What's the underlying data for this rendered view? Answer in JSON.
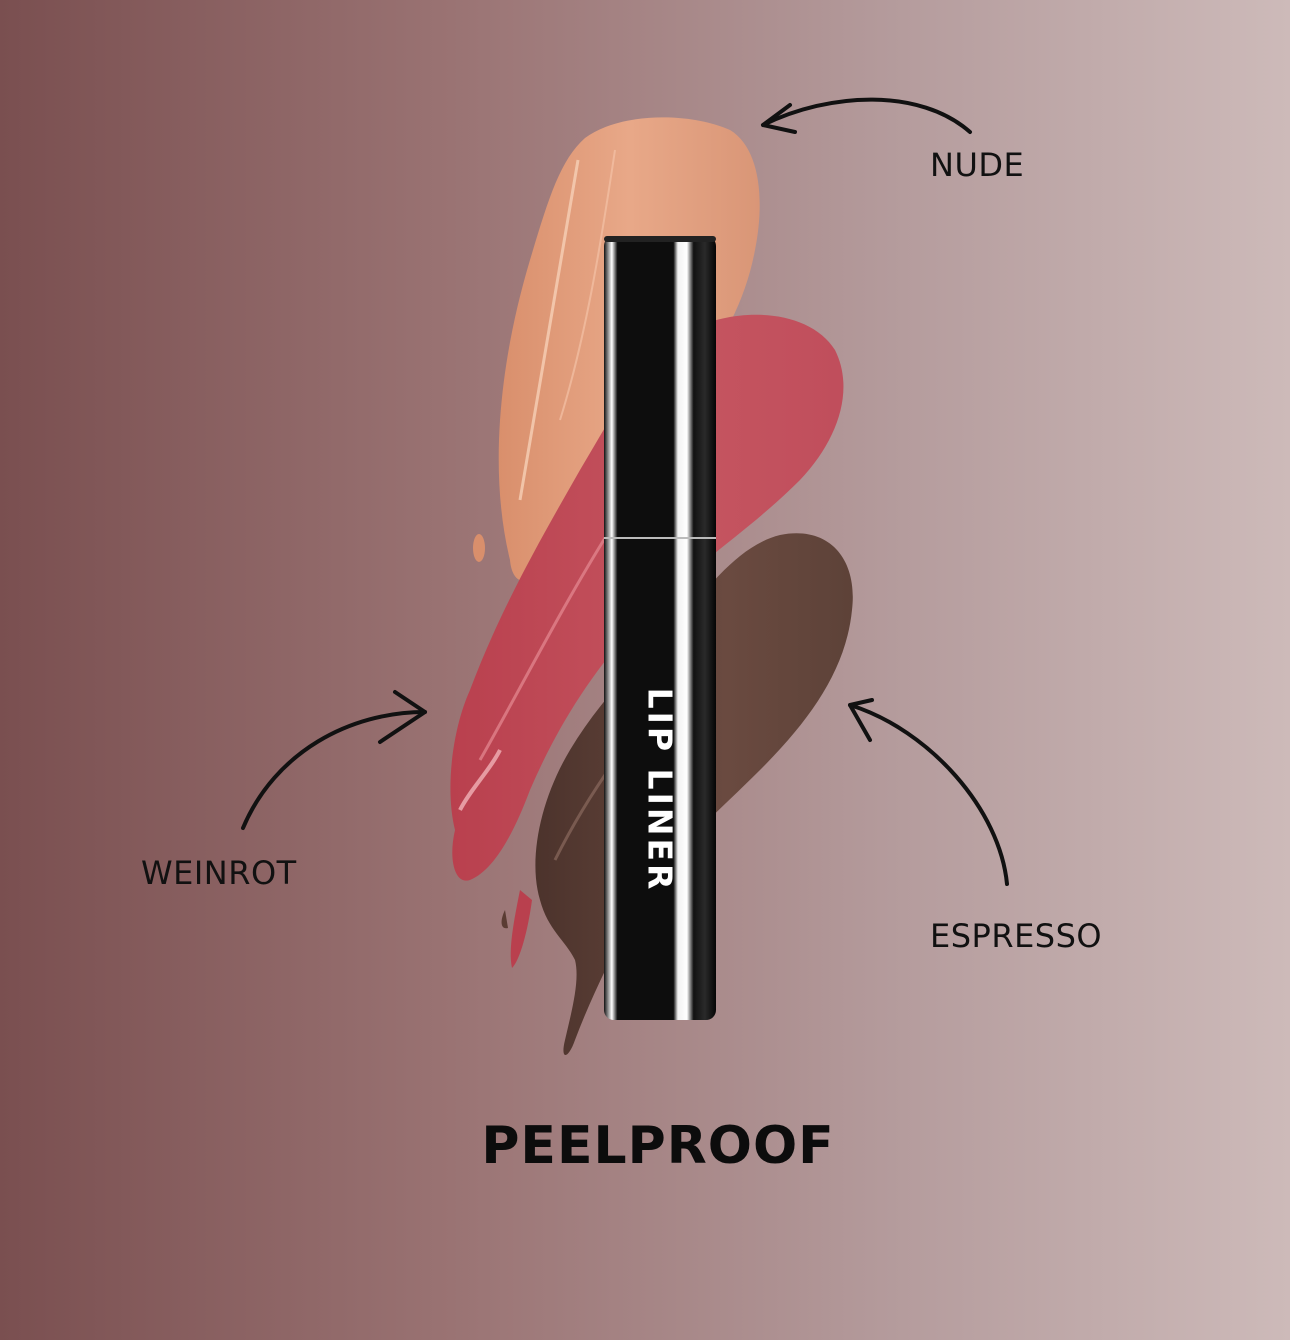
{
  "product": {
    "headline": "PEELPROOF",
    "tube_label": "LIP LINER"
  },
  "shades": [
    {
      "name": "NUDE",
      "color": "#e0a07c"
    },
    {
      "name": "WEINROT",
      "color": "#b2434f"
    },
    {
      "name": "ESPRESSO",
      "color": "#5a3c33"
    }
  ],
  "colors": {
    "background_left": "#7a4f50",
    "background_right": "#cdbab9"
  }
}
